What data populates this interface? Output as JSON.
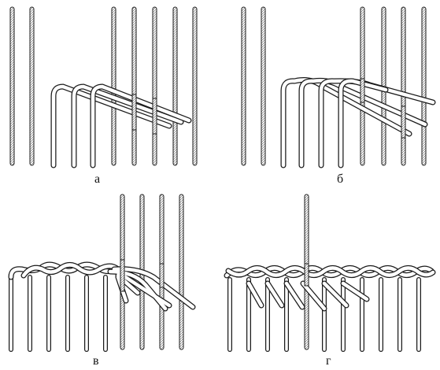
{
  "panels": [
    {
      "id": "a",
      "label": "а"
    },
    {
      "id": "b",
      "label": "б"
    },
    {
      "id": "v",
      "label": "в"
    },
    {
      "id": "g",
      "label": "г"
    }
  ],
  "colors": {
    "ink": "#1a1a1a",
    "rod_fill": "#ffffff",
    "background": "#ffffff"
  }
}
